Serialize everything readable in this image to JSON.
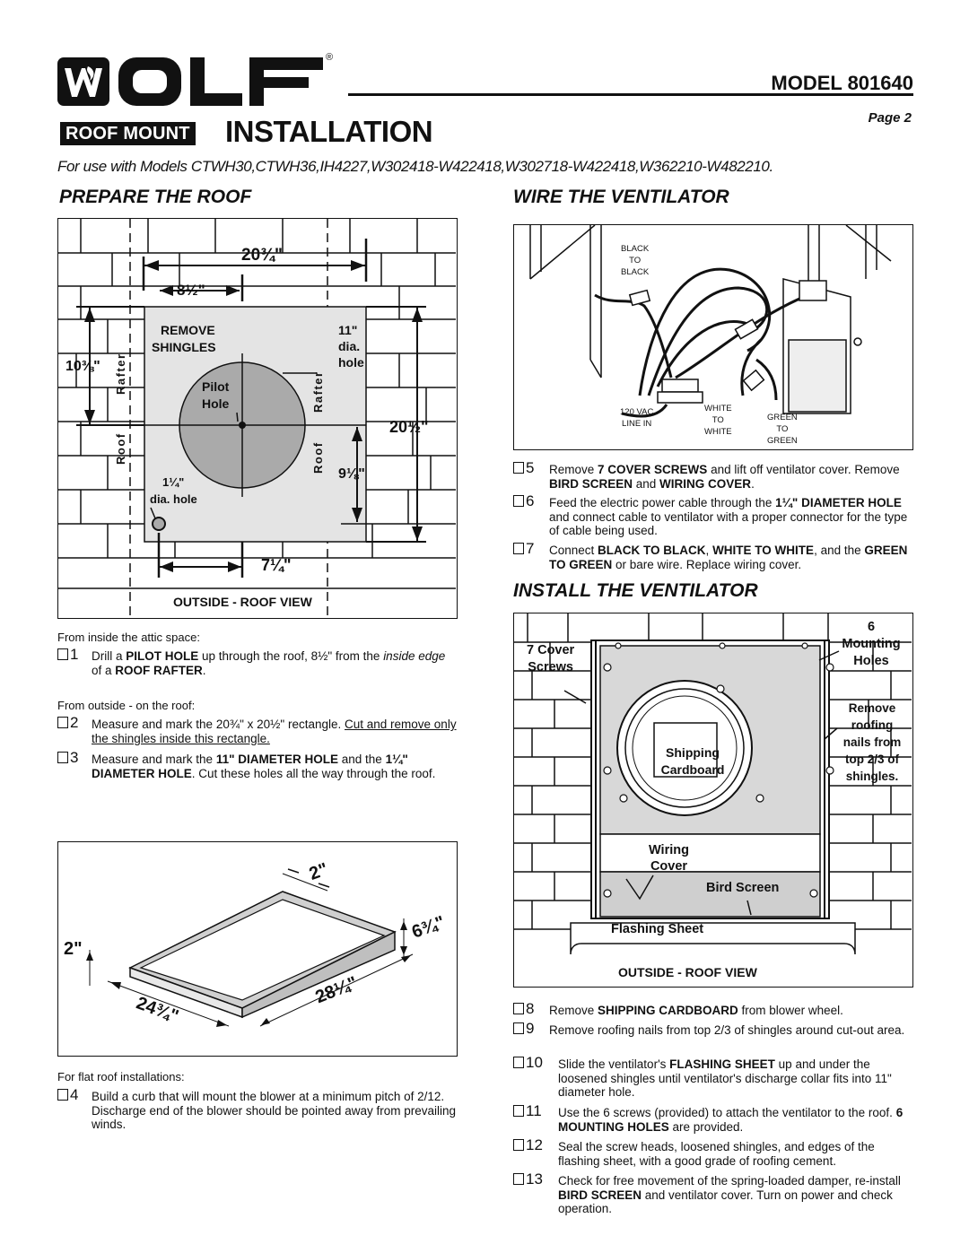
{
  "header": {
    "brand": "WOLF",
    "registered": "®",
    "model": "MODEL 801640",
    "page": "Page 2",
    "badge": "ROOF MOUNT",
    "title": "INSTALLATION",
    "for_use": "For use with Models CTWH30,CTWH36,IH4227,W302418-W422418,W302718-W422418,W362210-W482210."
  },
  "prepare": {
    "heading": "PREPARE THE ROOF",
    "diagram": {
      "dim_width": "20¾\"",
      "dim_offset": "8½\"",
      "dim_left": "10⅜\"",
      "dim_height": "20½\"",
      "dim_small": "9⅛\"",
      "dim_bottom": "7¼\"",
      "remove_1": "REMOVE",
      "remove_2": "SHINGLES",
      "pilot_1": "Pilot",
      "pilot_2": "Hole",
      "big_hole_1": "11\"",
      "big_hole_2": "dia.",
      "big_hole_3": "hole",
      "small_hole_1": "1¼\"",
      "small_hole_2": "dia. hole",
      "rafter_top": "Rafter",
      "roof": "Roof",
      "caption": "OUTSIDE - ROOF VIEW"
    },
    "intro_attic": "From inside the attic space:",
    "step1": {
      "num": "1",
      "a": "Drill a ",
      "b": "PILOT HOLE",
      "c": " up through the roof, 8½\" from the ",
      "d": "inside edge",
      "e": " of a ",
      "f": "ROOF RAFTER",
      "g": "."
    },
    "intro_outside": "From outside - on the roof:",
    "step2": {
      "num": "2",
      "a": "Measure and mark the 20¾\" x 20½\" rectangle. ",
      "b": "Cut and remove only the shingles inside this rectangle."
    },
    "step3": {
      "num": "3",
      "a": "Measure and mark the ",
      "b": "11\" DIAMETER HOLE",
      "c": " and the ",
      "d": "1¼\" DIAMETER HOLE",
      "e": ". Cut these holes all the way through the roof."
    },
    "curb": {
      "d1": "2\"",
      "d2": "2\"",
      "d3": "6¾\"",
      "d4": "24¾\"",
      "d5": "28¼\""
    },
    "intro_flat": "For flat roof installations:",
    "step4": {
      "num": "4",
      "a": "Build a curb that will mount the blower at a minimum pitch of 2/12. Discharge end of the blower should be pointed away from prevailing winds."
    }
  },
  "wire": {
    "heading": "WIRE THE VENTILATOR",
    "diagram": {
      "black_1": "BLACK",
      "black_2": "TO",
      "black_3": "BLACK",
      "vac_1": "120 VAC",
      "vac_2": "LINE IN",
      "white_1": "WHITE",
      "white_2": "TO",
      "white_3": "WHITE",
      "green_1": "GREEN",
      "green_2": "TO",
      "green_3": "GREEN"
    },
    "step5": {
      "num": "5",
      "a": "Remove ",
      "b": "7 COVER SCREWS",
      "c": " and lift off ventilator cover. Remove ",
      "d": "BIRD SCREEN",
      "e": " and ",
      "f": "WIRING COVER",
      "g": "."
    },
    "step6": {
      "num": "6",
      "a": "Feed the electric power cable through the ",
      "b": "1¼\" DIAMETER HOLE",
      "c": " and connect cable to ventilator with a proper connector for the type of cable being used."
    },
    "step7": {
      "num": "7",
      "a": "Connect ",
      "b": "BLACK TO BLACK",
      "c": ", ",
      "d": "WHITE TO WHITE",
      "e": ", and the ",
      "f": "GREEN TO GREEN",
      "g": " or bare wire. Replace wiring cover."
    }
  },
  "installv": {
    "heading": "INSTALL THE VENTILATOR",
    "diagram": {
      "cover_screws_1": "7 Cover",
      "cover_screws_2": "Screws",
      "mounting_1": "6",
      "mounting_2": "Mounting",
      "mounting_3": "Holes",
      "remove_1": "Remove",
      "remove_2": "roofing",
      "remove_3": "nails from",
      "remove_4": "top 2/3 of",
      "remove_5": "shingles.",
      "shipping_1": "Shipping",
      "shipping_2": "Cardboard",
      "wiring_1": "Wiring",
      "wiring_2": "Cover",
      "bird_screen": "Bird Screen",
      "flashing": "Flashing Sheet",
      "caption": "OUTSIDE - ROOF VIEW"
    },
    "step8": {
      "num": "8",
      "a": "Remove ",
      "b": "SHIPPING CARDBOARD",
      "c": " from blower wheel."
    },
    "step9": {
      "num": "9",
      "a": "Remove roofing nails from top 2/3 of shingles around cut-out area."
    },
    "step10": {
      "num": "10",
      "a": "Slide the ventilator's ",
      "b": "FLASHING SHEET",
      "c": " up and under the loosened shingles until ventilator's discharge collar fits into 11\" diameter hole."
    },
    "step11": {
      "num": "11",
      "a": "Use the 6 screws (provided) to attach the ventilator to the roof. ",
      "b": "6 MOUNTING HOLES",
      "c": " are provided."
    },
    "step12": {
      "num": "12",
      "a": "Seal the screw heads, loosened shingles, and edges of the flashing sheet, with a good grade of roofing cement."
    },
    "step13": {
      "num": "13",
      "a": "Check for free movement of the spring-loaded damper, re-install ",
      "b": "BIRD SCREEN",
      "c": " and ventilator cover. Turn on power and check operation."
    }
  }
}
